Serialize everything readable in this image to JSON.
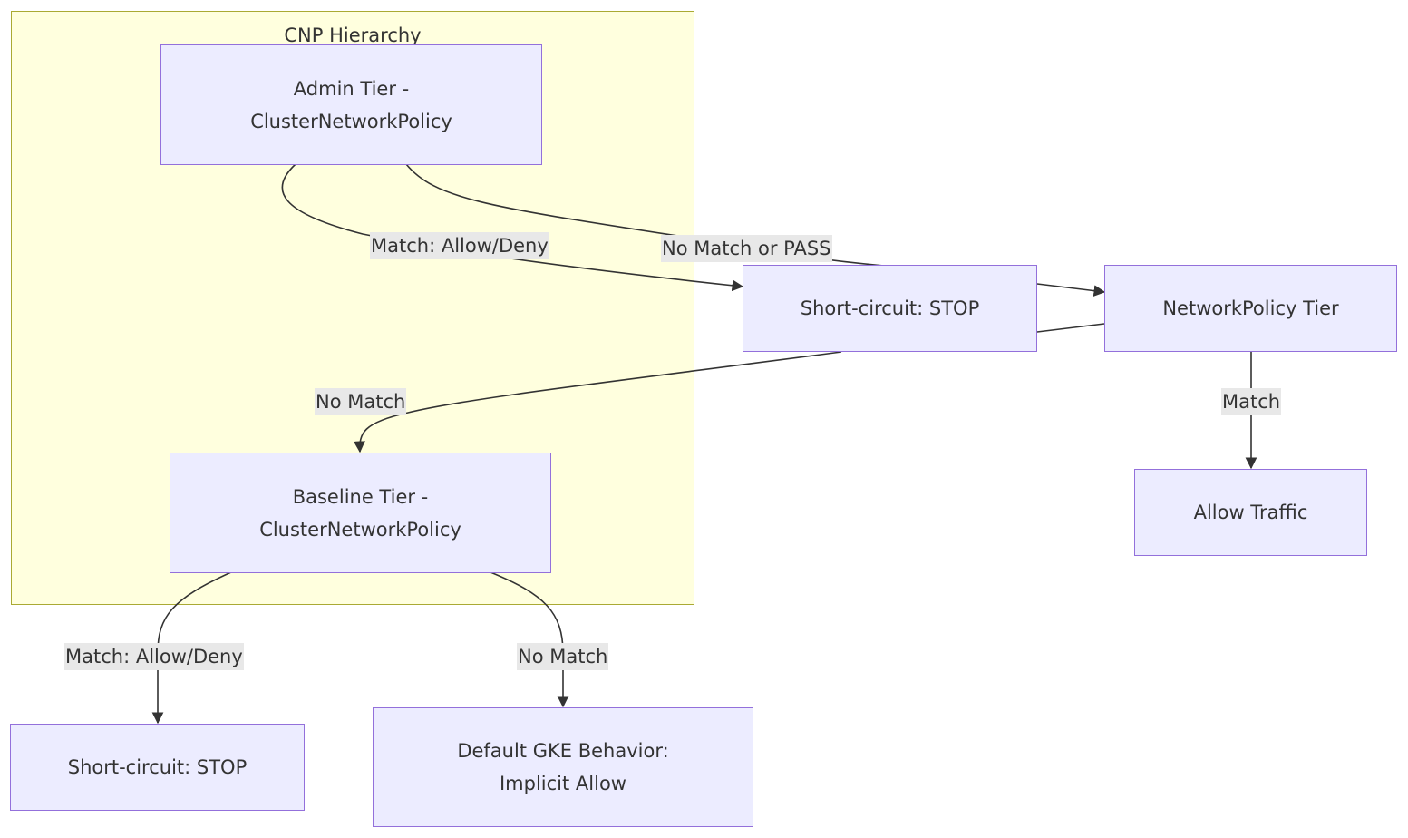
{
  "cluster": {
    "title": "CNP Hierarchy"
  },
  "nodes": {
    "admin_tier": {
      "line1": "Admin Tier -",
      "line2": "ClusterNetworkPolicy"
    },
    "short_circuit_top": {
      "label": "Short-circuit: STOP"
    },
    "networkpolicy_tier": {
      "label": "NetworkPolicy Tier"
    },
    "allow_traffic": {
      "label": "Allow Traffic"
    },
    "baseline_tier": {
      "line1": "Baseline Tier -",
      "line2": "ClusterNetworkPolicy"
    },
    "short_circuit_bottom": {
      "label": "Short-circuit: STOP"
    },
    "default_gke": {
      "line1": "Default GKE Behavior:",
      "line2": "Implicit Allow"
    }
  },
  "edges": {
    "admin_match": "Match: Allow/Deny",
    "admin_no_match": "No Match or PASS",
    "np_no_match": "No Match",
    "np_match": "Match",
    "baseline_match": "Match: Allow/Deny",
    "baseline_no_match": "No Match"
  },
  "colors": {
    "node_fill": "#ececff",
    "node_border": "#9370db",
    "cluster_fill": "#ffffde",
    "cluster_border": "#aaaa33",
    "edge_label_bg": "#e8e8e8",
    "line": "#333333"
  }
}
